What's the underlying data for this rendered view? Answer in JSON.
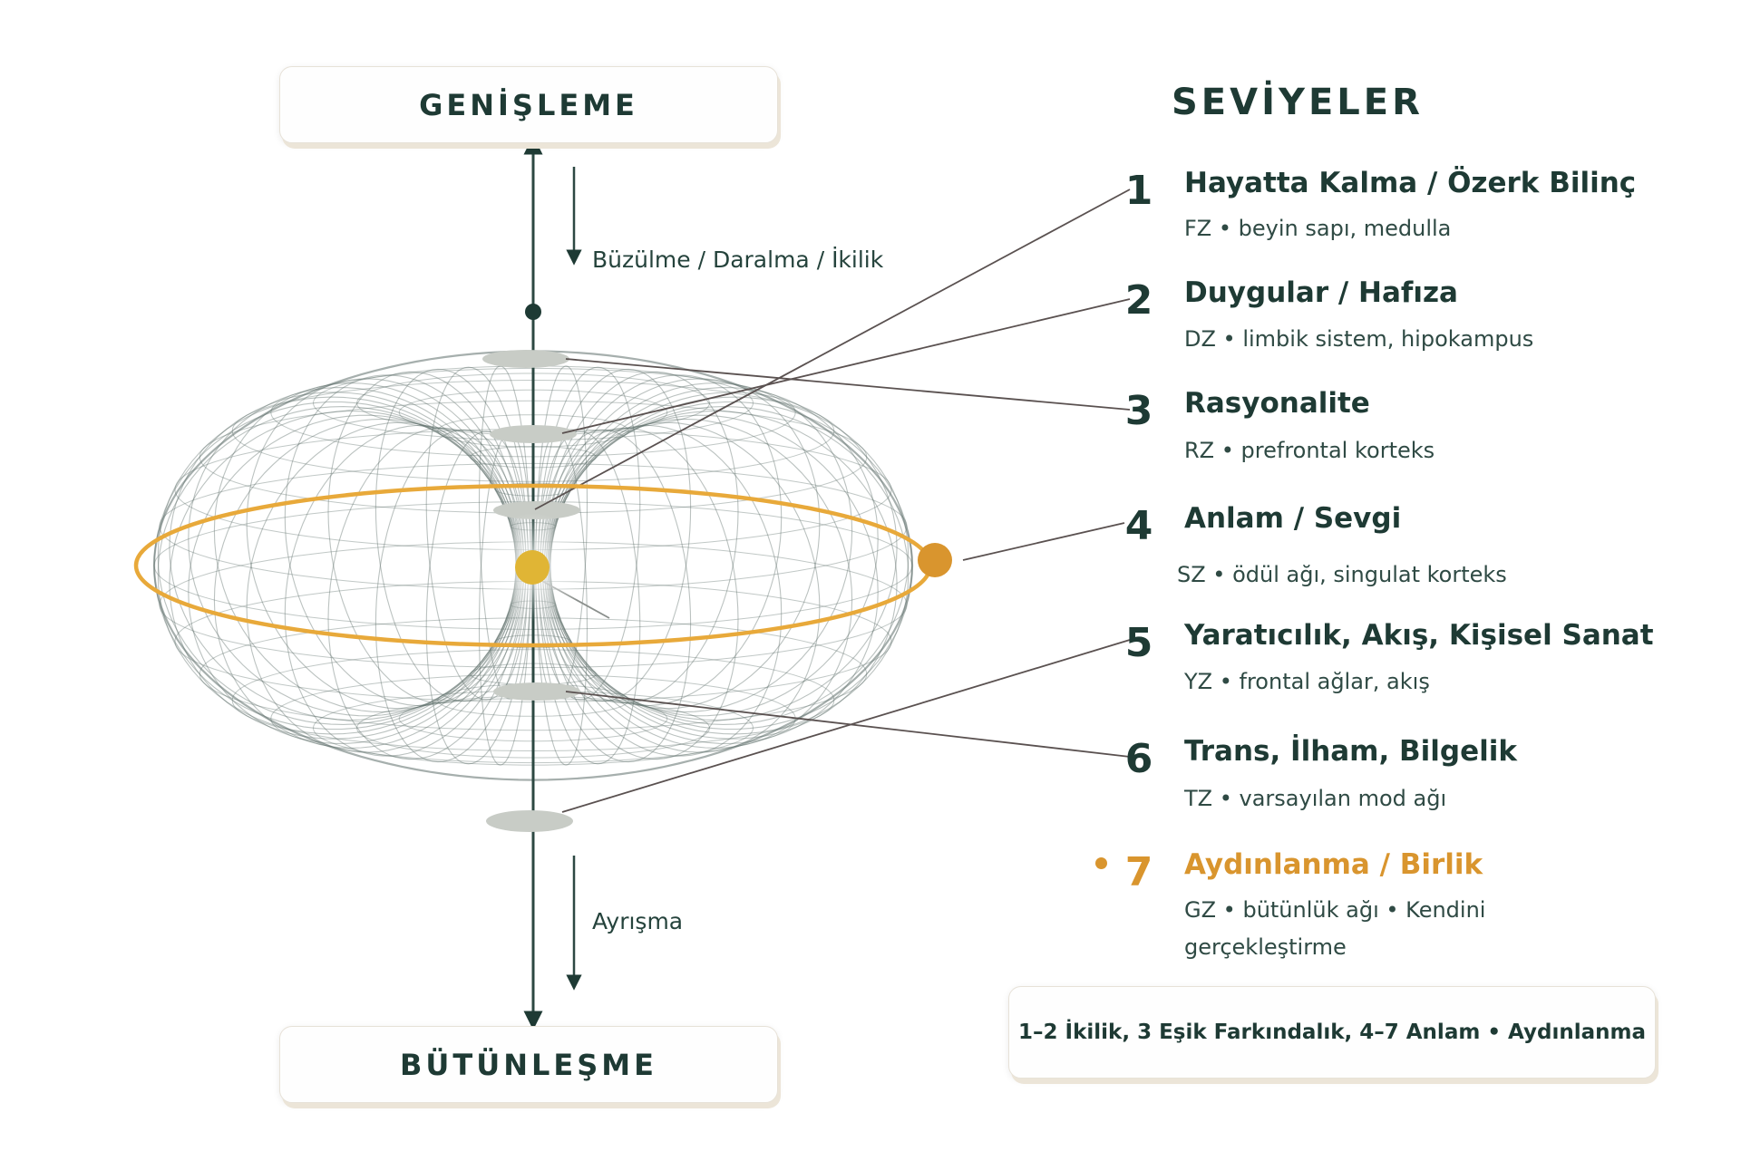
{
  "axis": {
    "top_label": "GENİŞLEME",
    "bottom_label": "BÜTÜNLEŞME",
    "down_upper_label": "Büzülme / Daralma / İkilik",
    "down_lower_label": "Ayrışma"
  },
  "levels_heading": "SEVİYELER",
  "levels": [
    {
      "number": "1",
      "title": "Hayatta Kalma / Özerk Bilinç",
      "sub": "FZ • beyin sapı, medulla"
    },
    {
      "number": "2",
      "title": "Duygular / Hafıza",
      "sub": "DZ • limbik sistem, hipokampus"
    },
    {
      "number": "3",
      "title": "Rasyonalite",
      "sub": "RZ • prefrontal korteks"
    },
    {
      "number": "4",
      "title": "Anlam / Sevgi",
      "sub": "SZ • ödül ağı, singulat korteks"
    },
    {
      "number": "5",
      "title": "Yaratıcılık, Akış, Kişisel Sanat",
      "sub": "YZ • frontal ağlar, akış"
    },
    {
      "number": "6",
      "title": "Trans, İlham, Bilgelik",
      "sub": "TZ • varsayılan mod ağı"
    },
    {
      "number": "7",
      "title": "Aydınlanma / Birlik",
      "sub": "GZ • bütünlük ağı • Kendini gerçekleştirme"
    }
  ],
  "footer_note": "1–2 İkilik, 3 Eşik Farkındalık, 4–7 Anlam • Aydınlanma",
  "colors": {
    "text": "#1e3a34",
    "accent": "#d9952e",
    "ring": "#e8a93a",
    "center_dot": "#e0b535",
    "mesh": "#5d6e6a",
    "leader": "#5a5150"
  }
}
